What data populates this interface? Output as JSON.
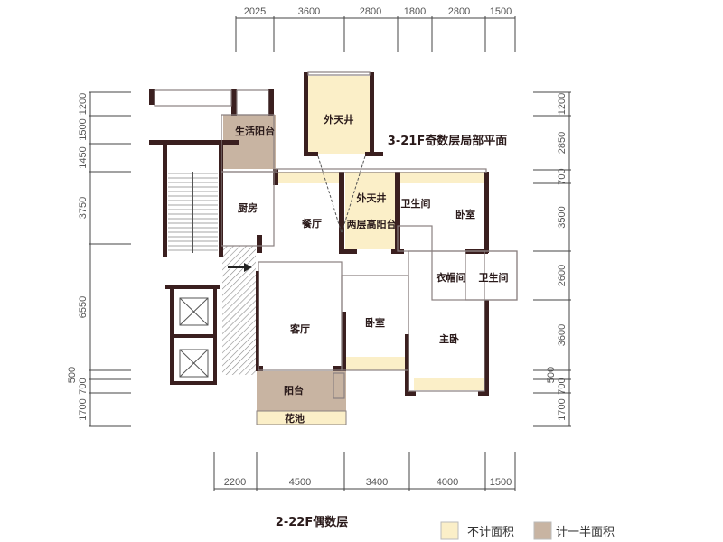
{
  "colors": {
    "wall": "#3a1f1f",
    "not_counted": "#fbefc8",
    "half_counted": "#c8b4a2",
    "hatch": "#9a9a9a"
  },
  "dimensions": {
    "top": [
      "2025",
      "3600",
      "2800",
      "1800",
      "2800",
      "1500"
    ],
    "bottom": [
      "2200",
      "4500",
      "3400",
      "4000",
      "1500"
    ],
    "left": [
      "1200",
      "1500",
      "1450",
      "3750",
      "6550",
      "500",
      "700",
      "1700"
    ],
    "right": [
      "1200",
      "2850",
      "700",
      "3500",
      "2600",
      "3600",
      "500",
      "700",
      "1700"
    ]
  },
  "rooms": {
    "utility_balcony": "生活阳台",
    "kitchen": "厨房",
    "dining": "餐厅",
    "living": "客厅",
    "balcony": "阳台",
    "planter": "花池",
    "light_well_top": "外天井",
    "light_well_small": "外天井",
    "double_height_balcony": "两层高阳台",
    "bathroom_1": "卫生间",
    "bedroom_1": "卧室",
    "walk_in_closet": "衣帽间",
    "bathroom_2": "卫生间",
    "bedroom_2": "卧室",
    "master_bedroom": "主卧"
  },
  "labels": {
    "odd_floor_title": "3-21F奇数层局部平面",
    "even_floor_title": "2-22F偶数层"
  },
  "legend": [
    {
      "label": "不计面积",
      "color": "#fbefc8"
    },
    {
      "label": "计一半面积",
      "color": "#c8b4a2"
    }
  ]
}
